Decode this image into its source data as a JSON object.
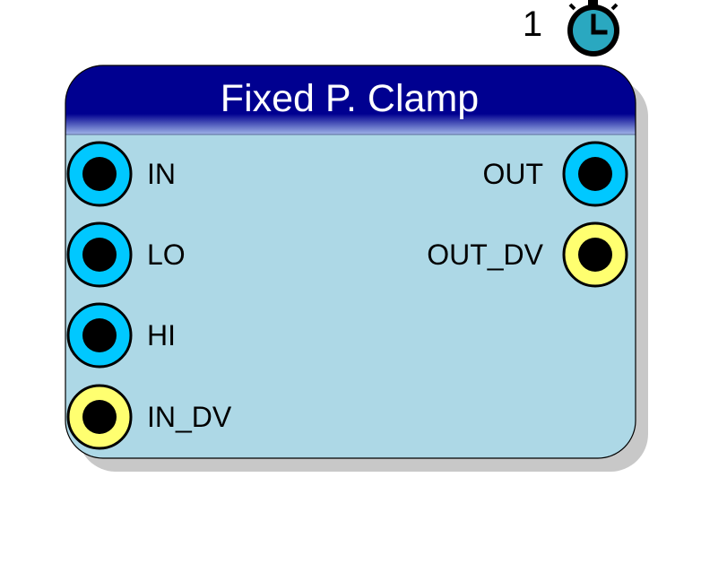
{
  "block": {
    "title": "Fixed P. Clamp",
    "execution_order": "1",
    "timer_icon": "stopwatch-icon",
    "inputs": [
      {
        "label": "IN",
        "kind": "analog"
      },
      {
        "label": "LO",
        "kind": "analog"
      },
      {
        "label": "HI",
        "kind": "analog"
      },
      {
        "label": "IN_DV",
        "kind": "digital"
      }
    ],
    "outputs": [
      {
        "label": "OUT",
        "kind": "analog"
      },
      {
        "label": "OUT_DV",
        "kind": "digital"
      }
    ]
  },
  "colors": {
    "title_bar": "#000090",
    "body": "#add8e6",
    "shadow": "#c8c8c8",
    "analog_port": "#00c8ff",
    "digital_port": "#ffff70",
    "port_core": "#000000",
    "timer": "#2aa8c0"
  }
}
